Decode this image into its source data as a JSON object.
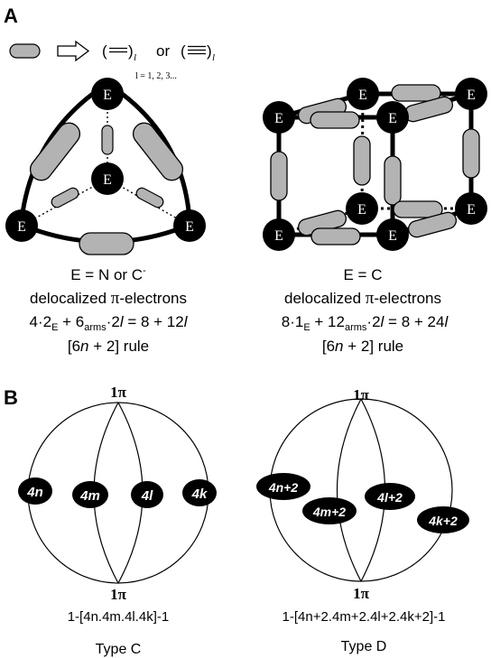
{
  "panel_a": {
    "label": "A",
    "legend": {
      "bracket_open": "(",
      "bracket_close": ")",
      "subscript": "l",
      "or_text": "or",
      "l_values": "l = 1, 2, 3..."
    },
    "node_label": "E",
    "left_caption": {
      "line1_prefix": "E = N or C",
      "line1_superscript": "-",
      "line2_prefix": "delocalized ",
      "line2_symbol": "π",
      "line2_suffix": "-electrons",
      "line3_a": "4·2",
      "line3_sub1": "E",
      "line3_b": " + 6",
      "line3_sub2": "arms",
      "line3_c": "·2",
      "line3_l1": "l",
      "line3_d": " =  8 + 12",
      "line3_l2": "l",
      "line4_a": "[6",
      "line4_n": "n",
      "line4_b": " + 2] rule"
    },
    "right_caption": {
      "line1": "E = C",
      "line2_prefix": "delocalized ",
      "line2_symbol": "π",
      "line2_suffix": "-electrons",
      "line3_a": "8·1",
      "line3_sub1": "E",
      "line3_b": " + 12",
      "line3_sub2": "arms",
      "line3_c": "·2",
      "line3_l1": "l",
      "line3_d": " =  8 + 24",
      "line3_l2": "l",
      "line4_a": "[6",
      "line4_n": "n",
      "line4_b": " + 2] rule"
    }
  },
  "panel_b": {
    "label": "B",
    "type_c": {
      "top_label": "1π",
      "bottom_label": "1π",
      "nodes": [
        "4n",
        "4m",
        "4l",
        "4k"
      ],
      "formula": "1-[4n.4m.4l.4k]-1",
      "type_label": "Type C"
    },
    "type_d": {
      "top_label": "1π",
      "bottom_label": "1π",
      "nodes": [
        "4n+2",
        "4m+2",
        "4l+2",
        "4k+2"
      ],
      "formula": "1-[4n+2.4m+2.4l+2.4k+2]-1",
      "type_label": "Type D"
    }
  },
  "colors": {
    "node_fill": "#000000",
    "arm_fill": "#b3b3b3",
    "line": "#000000",
    "background": "#ffffff"
  }
}
